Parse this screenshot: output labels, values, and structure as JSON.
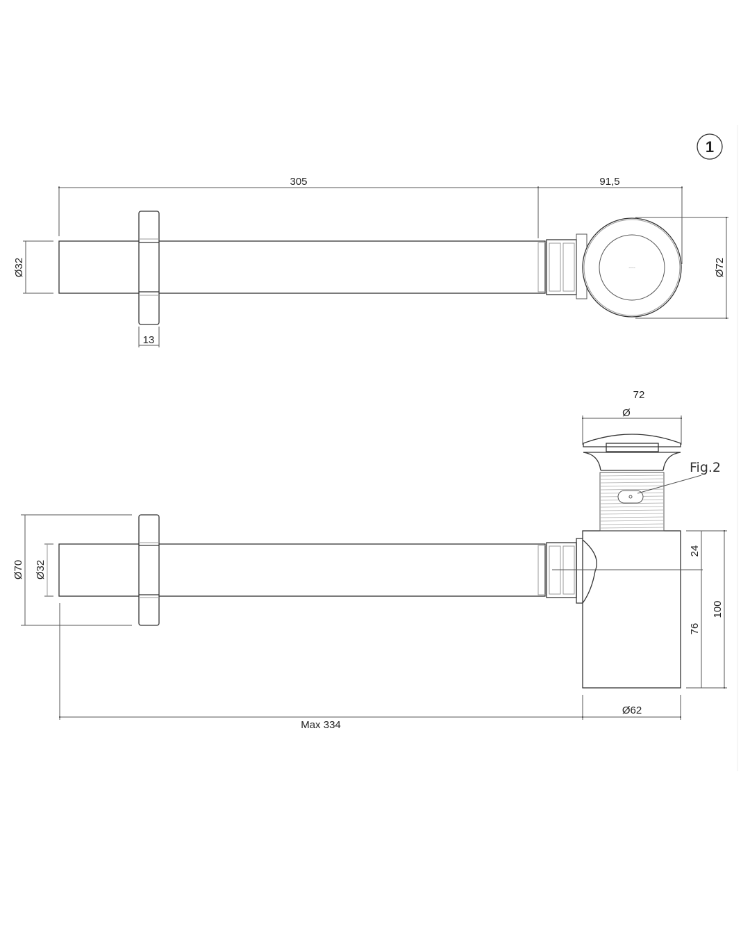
{
  "sheet_number": "1",
  "top_view": {
    "dim_length": "305",
    "dim_trap_offset": "91,5",
    "dim_pipe_diameter": "Ø32",
    "dim_flange_thickness": "13",
    "dim_cap_diameter": "Ø72",
    "cap_logo_text": "~~~~"
  },
  "side_view": {
    "dim_cap_value": "72",
    "dim_cap_symbol": "Ø",
    "callout": "Fig.2",
    "dim_flange_diameter": "Ø70",
    "dim_pipe_diameter": "Ø32",
    "dim_upper": "24",
    "dim_lower": "76",
    "dim_height": "100",
    "dim_body_diameter": "Ø62",
    "dim_max_length": "Max 334"
  }
}
